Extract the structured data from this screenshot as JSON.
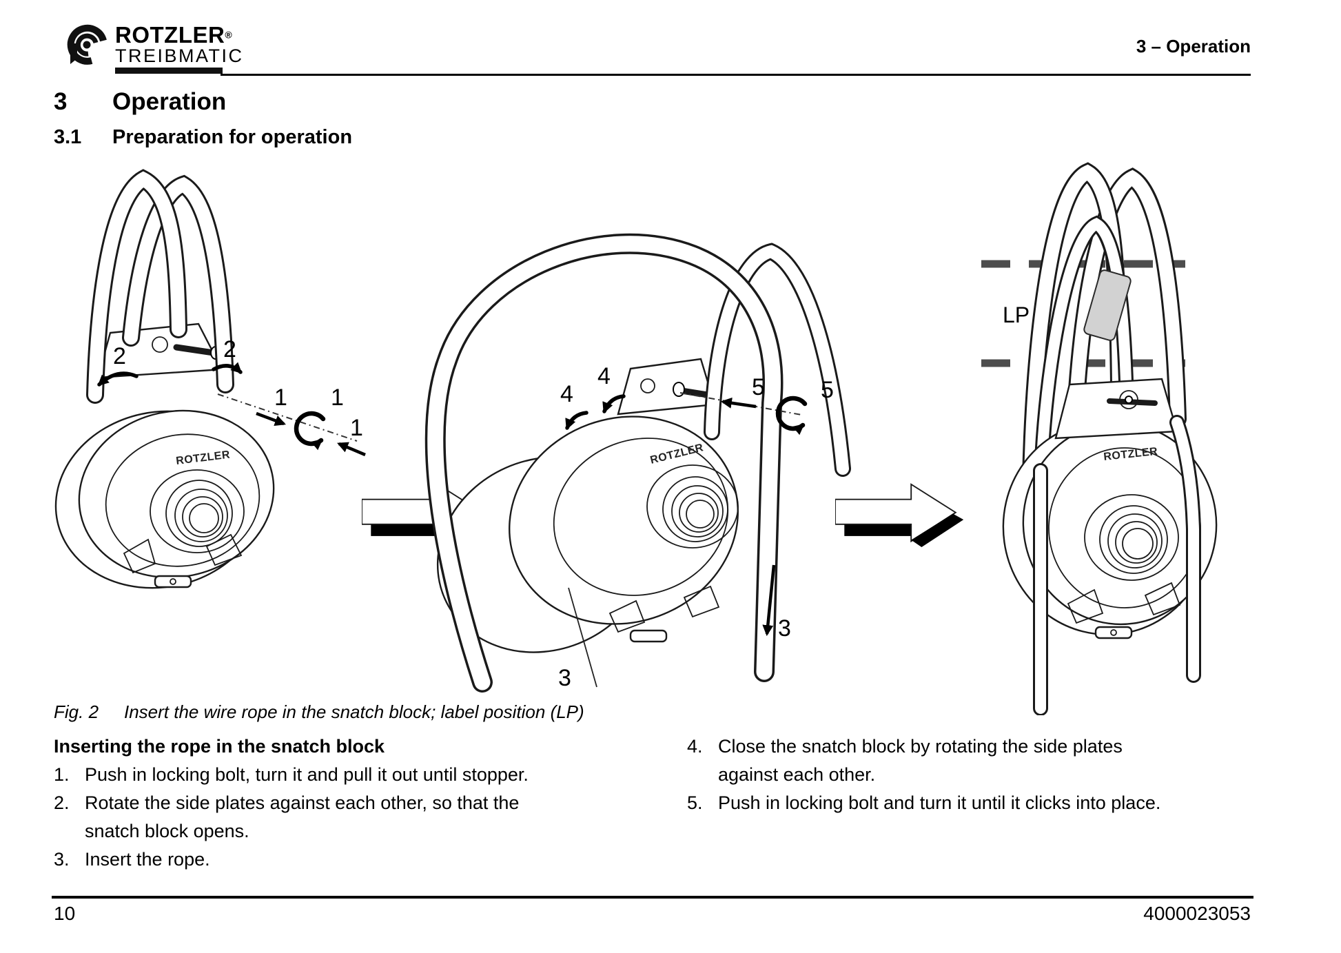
{
  "header": {
    "logo": {
      "brand": "ROTZLER",
      "registered": "®",
      "sub": "TREIBMATIC"
    },
    "chapter": "3 – Operation"
  },
  "headings": {
    "h1_num": "3",
    "h1_title": "Operation",
    "h2_num": "3.1",
    "h2_title": "Preparation for operation"
  },
  "figure": {
    "block_brand": "ROTZLER",
    "caption_label": "Fig. 2",
    "caption_text": "Insert the wire rope in the snatch block; label position (LP)",
    "figures": [
      {
        "name": "open locking bolt",
        "callouts": [
          "2",
          "2",
          "1",
          "1",
          "1"
        ]
      },
      {
        "name": "insert rope",
        "callouts": [
          "4",
          "4",
          "5",
          "5",
          "3",
          "3"
        ]
      },
      {
        "name": "closed with label position",
        "lp": "LP"
      }
    ],
    "colors": {
      "lp_dash": "#4d4d4d",
      "label_patch": "#d2d2d2"
    }
  },
  "instructions": {
    "heading": "Inserting the rope in the snatch block",
    "left": [
      {
        "num": "1.",
        "text": "Push in locking bolt, turn it and pull it out until stopper."
      },
      {
        "num": "2.",
        "text": "Rotate the side plates against each other, so that the\nsnatch block opens."
      },
      {
        "num": "3.",
        "text": "Insert the rope."
      }
    ],
    "right": [
      {
        "num": "4.",
        "text": "Close the snatch block by rotating the side plates\nagainst each other."
      },
      {
        "num": "5.",
        "text": "Push in locking bolt and turn it until it clicks into place."
      }
    ]
  },
  "footer": {
    "page_number": "10",
    "doc_number": "4000023053"
  }
}
